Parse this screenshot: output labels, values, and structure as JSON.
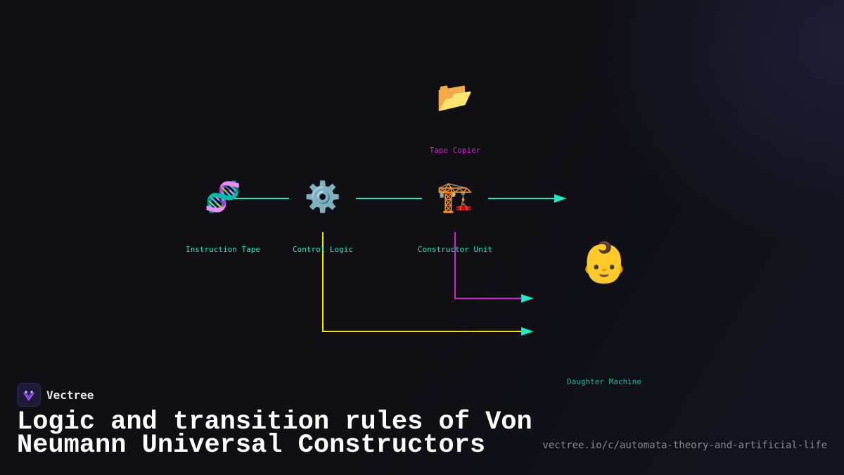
{
  "diagram": {
    "nodes": {
      "tape": {
        "label": "Instruction Tape",
        "icon": "dna-icon",
        "glyph": "🧬",
        "color": "#2ee6c0"
      },
      "control": {
        "label": "Control Logic",
        "icon": "gear-icon",
        "glyph": "⚙️",
        "color": "#2ee6c0"
      },
      "copier": {
        "label": "Tape Copier",
        "icon": "folder-icon",
        "glyph": "📂",
        "color": "#d81fd8"
      },
      "constructor": {
        "label": "Constructor Unit",
        "icon": "crane-icon",
        "glyph": "🏗️",
        "color": "#2ee6c0"
      },
      "daughter": {
        "label": "Daughter Machine",
        "icon": "baby-icon",
        "glyph": "👶",
        "color": "#1fb89a"
      }
    },
    "edge_colors": {
      "cyan": "#1de9c3",
      "magenta": "#d81fd8",
      "yellow": "#f2e600"
    }
  },
  "brand": {
    "name": "Vectree",
    "logo_icon": "vectree-logo-icon"
  },
  "title": "Logic and transition rules of Von Neumann Universal Constructors",
  "url": "vectree.io/c/automata-theory-and-artificial-life"
}
